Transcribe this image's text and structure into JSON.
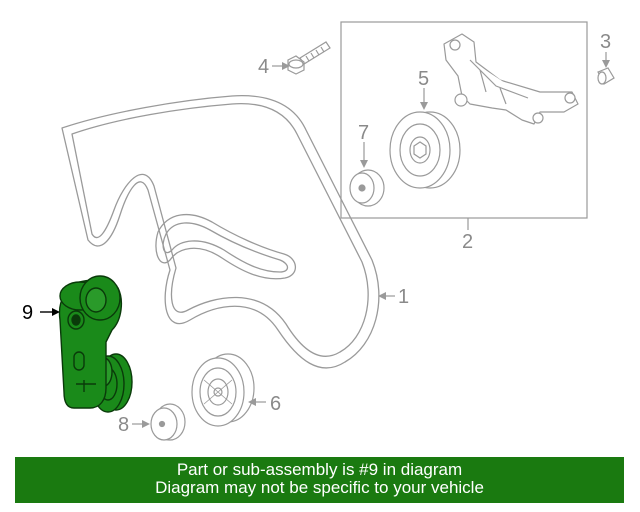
{
  "callouts": {
    "belt": "1",
    "bracket_assembly": "2",
    "cap": "3",
    "bolt": "4",
    "pulley": "5",
    "idler_pulley": "6",
    "small_cap": "7",
    "dust_cap": "8",
    "tensioner": "9"
  },
  "highlighted_part": "9",
  "colors": {
    "highlight": "#1a8a1a",
    "banner": "#1a7a10",
    "line": "#9a9a9a"
  },
  "banner": {
    "line1": "Part or sub-assembly is #9 in diagram",
    "line2": "Diagram may not be specific to your vehicle"
  }
}
